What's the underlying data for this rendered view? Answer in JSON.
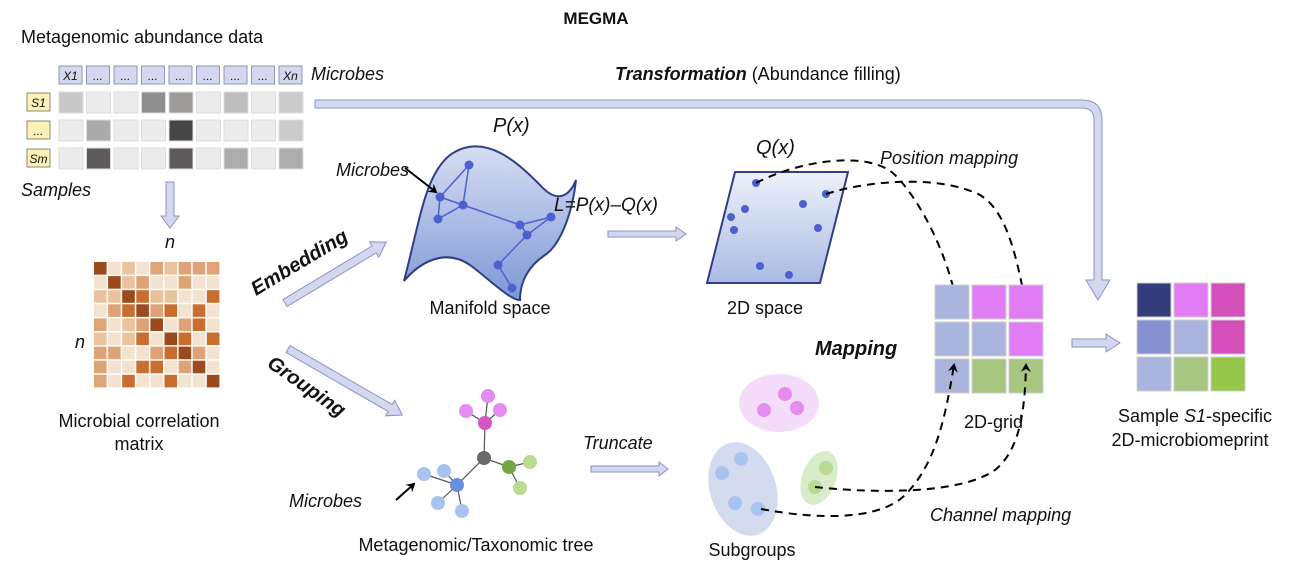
{
  "title": "MEGMA",
  "abundance": {
    "title": "Metagenomic abundance data",
    "microbes_label": "Microbes",
    "samples_label": "Samples",
    "column_headers": [
      "X1",
      "...",
      "...",
      "...",
      "...",
      "...",
      "...",
      "...",
      "Xn"
    ],
    "row_headers": [
      "S1",
      "...",
      "Sm"
    ],
    "cells": [
      [
        "#c8c8c8",
        "#ececec",
        "#ececec",
        "#8e8e8e",
        "#9e9a9a",
        "#ececec",
        "#bdbdbd",
        "#ececec",
        "#cbcbcb"
      ],
      [
        "#ececec",
        "#ababab",
        "#ececec",
        "#ececec",
        "#464646",
        "#ececec",
        "#ececec",
        "#ececec",
        "#cbcbcb"
      ],
      [
        "#ececec",
        "#5e5a5a",
        "#ececec",
        "#ececec",
        "#5e5a5a",
        "#ececec",
        "#adadad",
        "#ececec",
        "#adadad"
      ]
    ],
    "header_color": "#d3d8ef",
    "row_header_color": "#fbf0b8"
  },
  "correlation": {
    "n_top": "n",
    "n_left": "n",
    "caption_line1": "Microbial correlation",
    "caption_line2": "matrix",
    "palette": [
      "#f3e2cf",
      "#e8c39e",
      "#dea477",
      "#c96e30",
      "#9a4a1d"
    ],
    "levels": [
      [
        4,
        0,
        1,
        0,
        2,
        1,
        2,
        2,
        2
      ],
      [
        0,
        4,
        1,
        2,
        0,
        0,
        2,
        0,
        0
      ],
      [
        1,
        1,
        4,
        3,
        1,
        1,
        0,
        0,
        3
      ],
      [
        0,
        2,
        3,
        4,
        2,
        3,
        0,
        3,
        0
      ],
      [
        2,
        0,
        1,
        2,
        4,
        0,
        2,
        3,
        0
      ],
      [
        1,
        0,
        1,
        3,
        0,
        4,
        3,
        0,
        3
      ],
      [
        2,
        2,
        0,
        0,
        2,
        3,
        4,
        2,
        0
      ],
      [
        2,
        0,
        0,
        3,
        3,
        0,
        2,
        4,
        0
      ],
      [
        2,
        0,
        3,
        0,
        0,
        3,
        0,
        0,
        4
      ]
    ]
  },
  "embedding_label": "Embedding",
  "grouping_label": "Grouping",
  "manifold": {
    "p_label": "P(x)",
    "microbes_label": "Microbes",
    "caption": "Manifold space"
  },
  "loss_label": "L=P(x)–Q(x)",
  "space2d": {
    "q_label": "Q(x)",
    "caption": "2D space"
  },
  "transformation": {
    "bold": "Transformation",
    "rest": " (Abundance filling)"
  },
  "position_mapping_label": "Position mapping",
  "mapping_label": "Mapping",
  "grid2d": {
    "caption": "2D-grid",
    "cells": [
      "#aab4dc",
      "#e07df4",
      "#e07df4",
      "#aab4dc",
      "#aab4dc",
      "#e07df4",
      "#aab4dc",
      "#a6c682",
      "#a6c682"
    ]
  },
  "microbiomeprint": {
    "caption_prefix": "Sample ",
    "caption_sample": "S1",
    "caption_suffix": "-specific",
    "caption_line2": "2D-microbiomeprint",
    "cells": [
      "#333d7c",
      "#e07df4",
      "#d34fba",
      "#8592cf",
      "#aab4dc",
      "#d34fba",
      "#aab4dc",
      "#a6c682",
      "#96c74a"
    ]
  },
  "tree": {
    "microbes_label": "Microbes",
    "caption": "Metagenomic/Taxonomic tree"
  },
  "truncate_label": "Truncate",
  "subgroups": {
    "caption": "Subgroups"
  },
  "channel_mapping_label": "Channel mapping",
  "colors": {
    "arrow_fill": "#d3d8ef",
    "arrow_stroke": "#8a93c6",
    "node_blue": "#4e5fcf",
    "manifold_edge": "#2f3f86"
  }
}
